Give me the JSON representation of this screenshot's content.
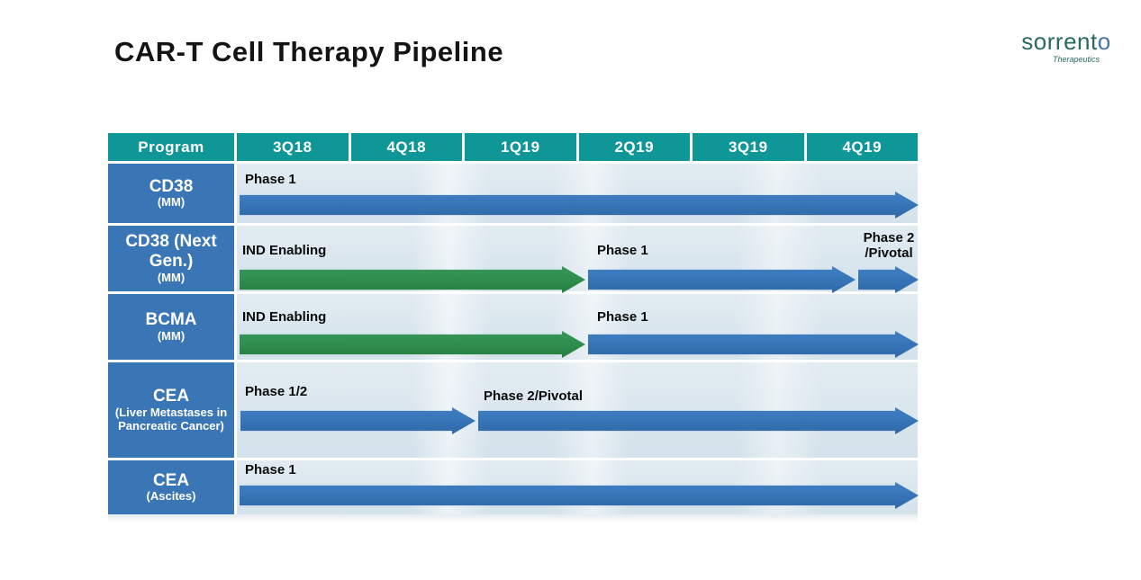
{
  "page": {
    "title": "CAR-T Cell Therapy Pipeline"
  },
  "logo": {
    "brand_main": "sorrent",
    "brand_accent": "o",
    "sub": "Therapeutics"
  },
  "colors": {
    "header_teal": "#0F9696",
    "program_blue": "#3A76B6",
    "arrow_blue": "#3573B5",
    "arrow_green": "#2E8C4B",
    "lane_background": "#D9E5ED"
  },
  "pipeline": {
    "columns": [
      "Program",
      "3Q18",
      "4Q18",
      "1Q19",
      "2Q19",
      "3Q19",
      "4Q19"
    ],
    "rows": [
      {
        "name": "CD38",
        "sub": "(MM)",
        "bars": [
          {
            "label": "Phase 1",
            "color": "blue"
          }
        ]
      },
      {
        "name": "CD38 (Next Gen.)",
        "sub": "(MM)",
        "bars": [
          {
            "label": "IND Enabling",
            "color": "green"
          },
          {
            "label": "Phase 1",
            "color": "blue"
          },
          {
            "label": "Phase 2 /Pivotal",
            "color": "blue"
          }
        ]
      },
      {
        "name": "BCMA",
        "sub": "(MM)",
        "bars": [
          {
            "label": "IND Enabling",
            "color": "green"
          },
          {
            "label": "Phase 1",
            "color": "blue"
          }
        ]
      },
      {
        "name": "CEA",
        "sub": "(Liver Metastases in Pancreatic Cancer)",
        "bars": [
          {
            "label": "Phase 1/2",
            "color": "blue"
          },
          {
            "label": "Phase 2/Pivotal",
            "color": "blue"
          }
        ]
      },
      {
        "name": "CEA",
        "sub": "(Ascites)",
        "bars": [
          {
            "label": "Phase 1",
            "color": "blue"
          }
        ]
      }
    ]
  },
  "chart_data": {
    "type": "bar",
    "variant": "gantt-pipeline",
    "title": "CAR-T Cell Therapy Pipeline",
    "x_categories": [
      "3Q18",
      "4Q18",
      "1Q19",
      "2Q19",
      "3Q19",
      "4Q19"
    ],
    "x_unit": "quarter index (0 = start of 3Q18, 6 = end of 4Q19)",
    "grid": false,
    "rows": [
      {
        "program": "CD38 (MM)",
        "phases": [
          {
            "label": "Phase 1",
            "start": 0,
            "end": 6,
            "color": "blue"
          }
        ]
      },
      {
        "program": "CD38 (Next Gen.) (MM)",
        "phases": [
          {
            "label": "IND Enabling",
            "start": 0,
            "end": 3.05,
            "color": "green"
          },
          {
            "label": "Phase 1",
            "start": 3.1,
            "end": 5.45,
            "color": "blue"
          },
          {
            "label": "Phase 2 /Pivotal",
            "start": 5.5,
            "end": 6,
            "color": "blue"
          }
        ]
      },
      {
        "program": "BCMA (MM)",
        "phases": [
          {
            "label": "IND Enabling",
            "start": 0,
            "end": 3.05,
            "color": "green"
          },
          {
            "label": "Phase 1",
            "start": 3.1,
            "end": 6,
            "color": "blue"
          }
        ]
      },
      {
        "program": "CEA (Liver Metastases in Pancreatic Cancer)",
        "phases": [
          {
            "label": "Phase 1/2",
            "start": 0,
            "end": 2.1,
            "color": "blue"
          },
          {
            "label": "Phase 2/Pivotal",
            "start": 2.12,
            "end": 6,
            "color": "blue"
          }
        ]
      },
      {
        "program": "CEA (Ascites)",
        "phases": [
          {
            "label": "Phase 1",
            "start": 0,
            "end": 6,
            "color": "blue"
          }
        ]
      }
    ]
  }
}
